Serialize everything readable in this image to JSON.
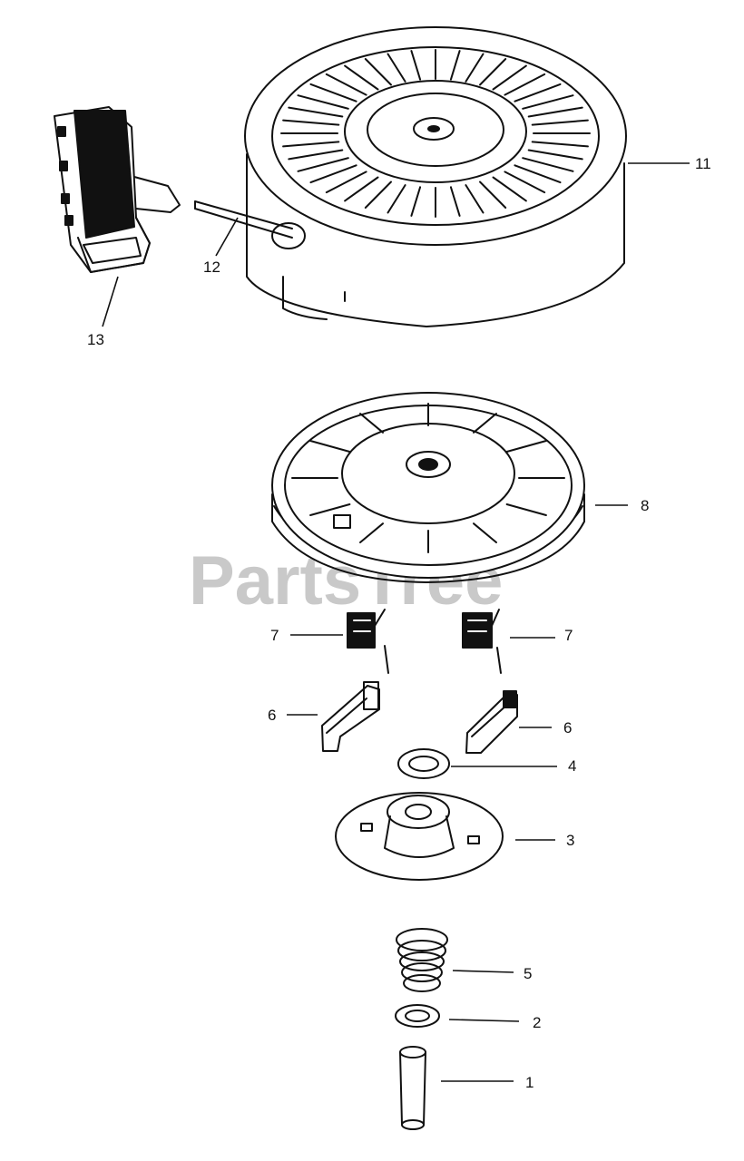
{
  "watermark": "PartsTree",
  "labels": {
    "p1": "1",
    "p2": "2",
    "p3": "3",
    "p4": "4",
    "p5": "5",
    "p6a": "6",
    "p6b": "6",
    "p7a": "7",
    "p7b": "7",
    "p8": "8",
    "p11": "11",
    "p12": "12",
    "p13": "13"
  }
}
